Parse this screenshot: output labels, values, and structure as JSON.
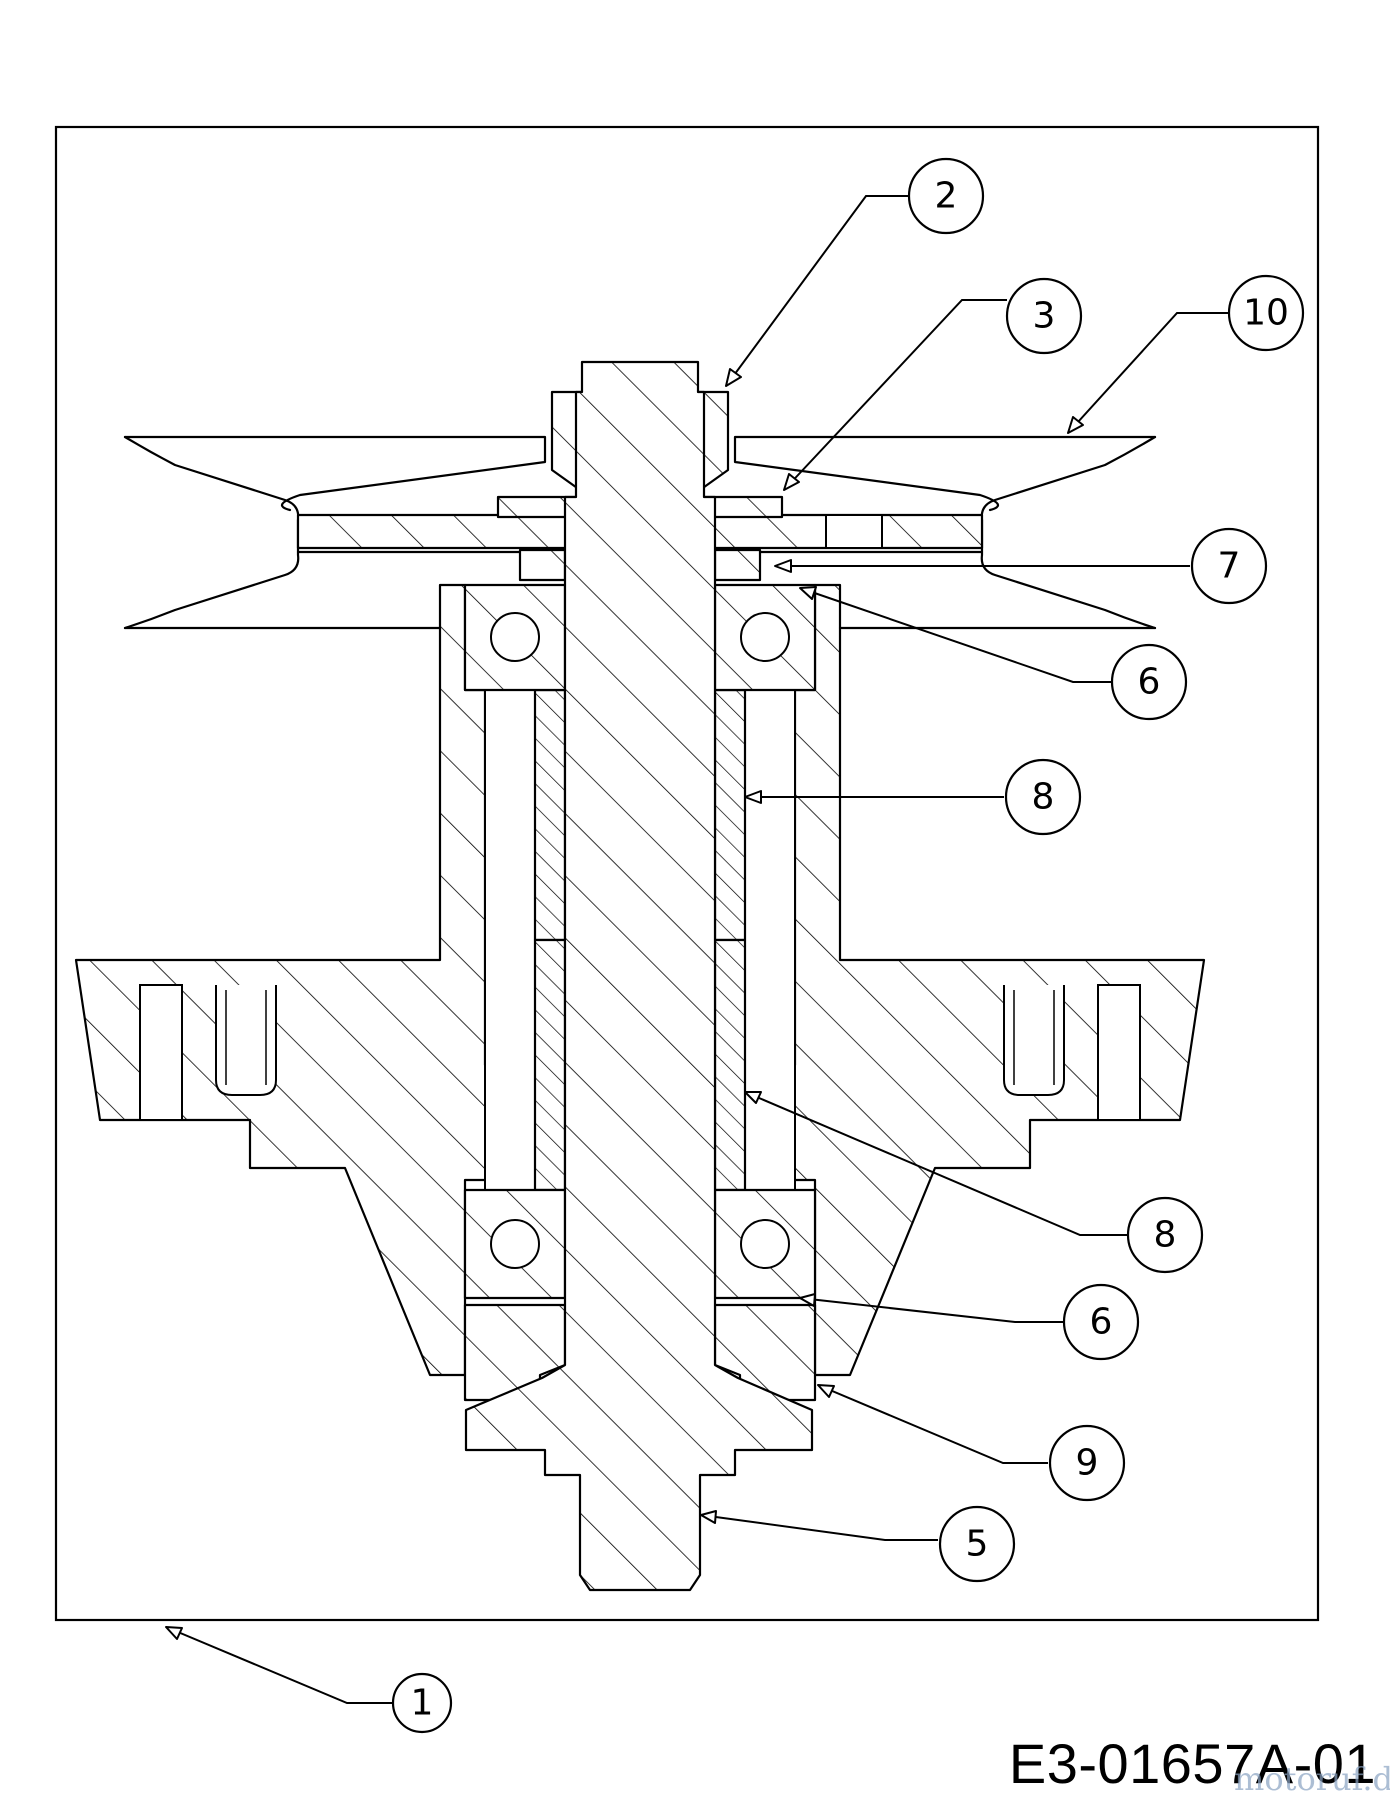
{
  "document_id": "E3-01657A-01",
  "watermark": "motoruf.de",
  "callouts": [
    {
      "id": "callout-1",
      "label": "1"
    },
    {
      "id": "callout-2",
      "label": "2"
    },
    {
      "id": "callout-3",
      "label": "3"
    },
    {
      "id": "callout-10",
      "label": "10"
    },
    {
      "id": "callout-7",
      "label": "7"
    },
    {
      "id": "callout-6-upper",
      "label": "6"
    },
    {
      "id": "callout-8-upper",
      "label": "8"
    },
    {
      "id": "callout-8-lower",
      "label": "8"
    },
    {
      "id": "callout-6-lower",
      "label": "6"
    },
    {
      "id": "callout-9",
      "label": "9"
    },
    {
      "id": "callout-5",
      "label": "5"
    }
  ]
}
